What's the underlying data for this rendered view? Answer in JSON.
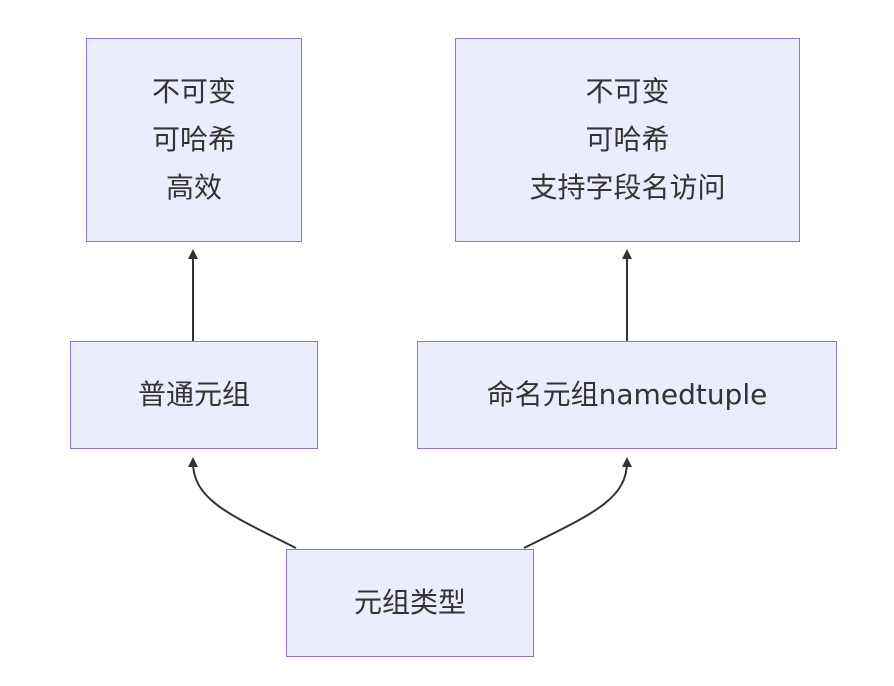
{
  "diagram": {
    "nodes": {
      "tuple_props": {
        "lines": [
          "不可变",
          "可哈希",
          "高效"
        ]
      },
      "namedtuple_props": {
        "lines": [
          "不可变",
          "可哈希",
          "支持字段名访问"
        ]
      },
      "tuple": {
        "label": "普通元组"
      },
      "namedtuple": {
        "label": "命名元组namedtuple"
      },
      "root": {
        "label": "元组类型"
      }
    },
    "edges": [
      {
        "from": "root",
        "to": "tuple"
      },
      {
        "from": "root",
        "to": "namedtuple"
      },
      {
        "from": "tuple",
        "to": "tuple_props"
      },
      {
        "from": "namedtuple",
        "to": "namedtuple_props"
      }
    ],
    "colors": {
      "node_fill": "#ECECFF",
      "node_border": "#9370DB",
      "edge": "#333333",
      "text": "#333333"
    }
  }
}
